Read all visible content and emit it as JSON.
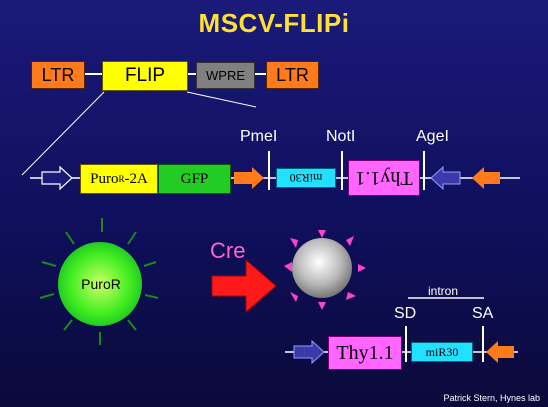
{
  "title": "MSCV-FLIPi",
  "top_construct": {
    "ltr_left": "LTR",
    "flip": "FLIP",
    "wpre": "WPRE",
    "ltr_right": "LTR"
  },
  "detail": {
    "puro_main": "Puro",
    "puro_sup": "R",
    "puro_tail": "-2A",
    "gfp": "GFP",
    "mir30": "miR30",
    "thy": "Thy1.1",
    "site_pmel": "PmeI",
    "site_notl": "NotI",
    "site_agel": "AgeI"
  },
  "bottom": {
    "puror": "PuroR",
    "cre": "Cre",
    "intron": "intron",
    "sd": "SD",
    "sa": "SA",
    "thy": "Thy1.1",
    "mir30": "miR30"
  },
  "credit": "Patrick Stern, Hynes lab",
  "colors": {
    "background": "#12126a",
    "title": "#ffe033",
    "ltr": "#ff7a1a",
    "flip": "#ffff00",
    "wpre": "#808080",
    "gfp": "#22cc22",
    "mir30": "#22e0ff",
    "thy": "#ff66ff",
    "cre": "#ff66cc",
    "arrow_red": "#ff1a1a"
  },
  "icons": [
    "promoter-arrow-icon",
    "promoter-arrow-orange-icon",
    "cell-icon",
    "red-arrow-icon"
  ]
}
